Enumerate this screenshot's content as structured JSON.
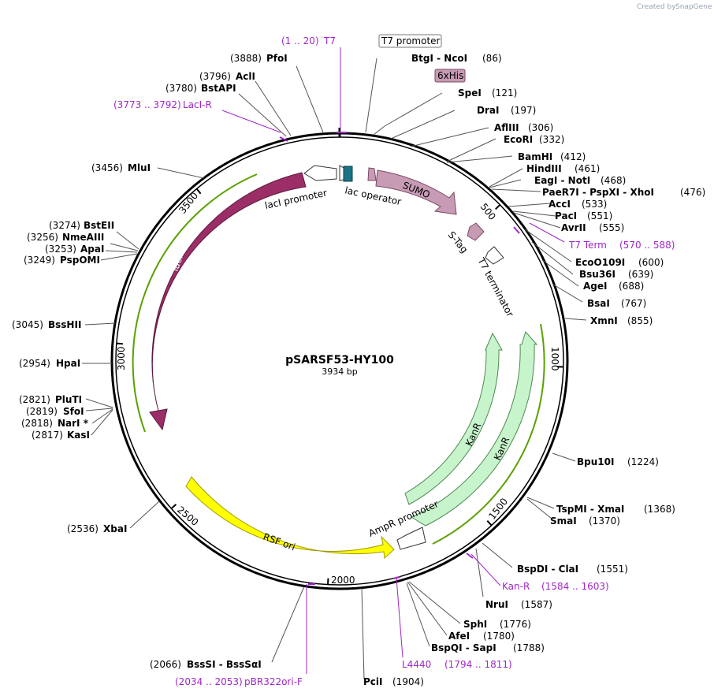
{
  "brand": {
    "prefix": "Created by",
    "name": "SnapGene"
  },
  "plasmid": {
    "name": "pSARSF53-HY100",
    "length_label": "3934 bp",
    "length": 3934
  },
  "ticks": [
    {
      "bp": 500,
      "label": "500"
    },
    {
      "bp": 1000,
      "label": "1000"
    },
    {
      "bp": 1500,
      "label": "1500"
    },
    {
      "bp": 2000,
      "label": "2000"
    },
    {
      "bp": 2500,
      "label": "2500"
    },
    {
      "bp": 3000,
      "label": "3000"
    },
    {
      "bp": 3500,
      "label": "3500"
    }
  ],
  "features": [
    {
      "name": "lacI",
      "start": 2600,
      "end": 3700,
      "color": "#9b2d67",
      "type": "arrow-ccw"
    },
    {
      "name": "lacI promoter",
      "start": 3770,
      "end": 3850,
      "color": "#ffffff",
      "type": "arrow-ccw"
    },
    {
      "name": "lac operator",
      "start": 15,
      "end": 40,
      "color": "#1a7385",
      "type": "box"
    },
    {
      "name": "SUMO",
      "start": 86,
      "end": 400,
      "color": "#c79bb4",
      "type": "arrow-cw"
    },
    {
      "name": "S-Tag",
      "start": 480,
      "end": 530,
      "color": "#c79bb4",
      "type": "arrow-cw"
    },
    {
      "name": "T7 terminator",
      "start": 570,
      "end": 620,
      "color": "#ffffff",
      "type": "arrow-cw"
    },
    {
      "name": "KanR",
      "start": 1000,
      "end": 1800,
      "color": "#c8f4cc",
      "type": "arrow-ccw"
    },
    {
      "name": "AmpR promoter",
      "start": 1810,
      "end": 1900,
      "color": "#ffffff",
      "type": "arrow-ccw"
    },
    {
      "name": "RSF ori",
      "start": 1960,
      "end": 2350,
      "color": "#ffff00",
      "type": "arrow-ccw"
    },
    {
      "name": "T7 promoter",
      "start": 1,
      "end": 20,
      "color": "#ffffff",
      "type": "label-box"
    },
    {
      "name": "6xHis",
      "start": 70,
      "end": 90,
      "color": "#c79bb4",
      "type": "label-box"
    }
  ],
  "sites": [
    {
      "enz": "PfoI",
      "pos": "(3888)"
    },
    {
      "enz": "AclI",
      "pos": "(3796)"
    },
    {
      "enz": "BstAPI",
      "pos": "(3780)"
    },
    {
      "enz": "MluI",
      "pos": "(3456)"
    },
    {
      "enz": "BstEII",
      "pos": "(3274)"
    },
    {
      "enz": "NmeAIII",
      "pos": "(3256)"
    },
    {
      "enz": "ApaI",
      "pos": "(3253)"
    },
    {
      "enz": "PspOMI",
      "pos": "(3249)"
    },
    {
      "enz": "BssHII",
      "pos": "(3045)"
    },
    {
      "enz": "HpaI",
      "pos": "(2954)"
    },
    {
      "enz": "PluTI",
      "pos": "(2821)"
    },
    {
      "enz": "SfoI",
      "pos": "(2819)"
    },
    {
      "enz": "NarI *",
      "pos": "(2818)"
    },
    {
      "enz": "KasI",
      "pos": "(2817)"
    },
    {
      "enz": "XbaI",
      "pos": "(2536)"
    },
    {
      "enz": "BssSI  -  BssSαI",
      "pos": "(2066)"
    },
    {
      "enz": "PciI",
      "pos": "(1904)"
    },
    {
      "enz": "BtgI  -  NcoI",
      "pos": "(86)"
    },
    {
      "enz": "SpeI",
      "pos": "(121)"
    },
    {
      "enz": "DraI",
      "pos": "(197)"
    },
    {
      "enz": "AflIII",
      "pos": "(306)"
    },
    {
      "enz": "EcoRI",
      "pos": "(332)"
    },
    {
      "enz": "BamHI",
      "pos": "(412)"
    },
    {
      "enz": "HindIII",
      "pos": "(461)"
    },
    {
      "enz": "EagI  -  NotI",
      "pos": "(468)"
    },
    {
      "enz": "PaeR7I  -  PspXI  -  XhoI",
      "pos": "(476)"
    },
    {
      "enz": "AccI",
      "pos": "(533)"
    },
    {
      "enz": "PacI",
      "pos": "(551)"
    },
    {
      "enz": "AvrII",
      "pos": "(555)"
    },
    {
      "enz": "EcoO109I",
      "pos": "(600)"
    },
    {
      "enz": "Bsu36I",
      "pos": "(639)"
    },
    {
      "enz": "AgeI",
      "pos": "(688)"
    },
    {
      "enz": "BsaI",
      "pos": "(767)"
    },
    {
      "enz": "XmnI",
      "pos": "(855)"
    },
    {
      "enz": "Bpu10I",
      "pos": "(1224)"
    },
    {
      "enz": "TspMI  -  XmaI",
      "pos": "(1368)"
    },
    {
      "enz": "SmaI",
      "pos": "(1370)"
    },
    {
      "enz": "BspDI  -  ClaI",
      "pos": "(1551)"
    },
    {
      "enz": "NruI",
      "pos": "(1587)"
    },
    {
      "enz": "SphI",
      "pos": "(1776)"
    },
    {
      "enz": "AfeI",
      "pos": "(1780)"
    },
    {
      "enz": "BspQI  -  SapI",
      "pos": "(1788)"
    }
  ],
  "primers": [
    {
      "name": "T7",
      "range": "(1 .. 20)"
    },
    {
      "name": "LacI-R",
      "range": "(3773 .. 3792)"
    },
    {
      "name": "T7 Term",
      "range": "(570 .. 588)"
    },
    {
      "name": "Kan-R",
      "range": "(1584 .. 1603)"
    },
    {
      "name": "L4440",
      "range": "(1794 .. 1811)"
    },
    {
      "name": "pBR322ori-F",
      "range": "(2034 .. 2053)"
    }
  ],
  "colors": {
    "primer": "#a127c9",
    "backbone": "#000000",
    "leader": "#555555",
    "green_line": "#5aa000"
  }
}
